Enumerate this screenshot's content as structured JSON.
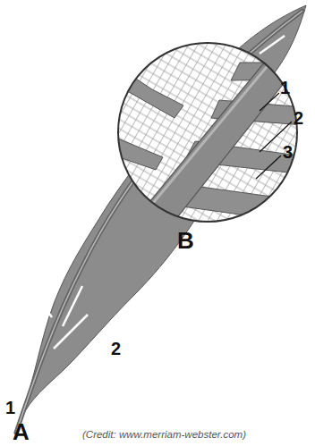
{
  "diagram": {
    "caption": "(Credit: www.merriam-webster.com)",
    "labels": [
      "1",
      "2",
      "3",
      "B",
      "2",
      "1",
      "A"
    ]
  }
}
